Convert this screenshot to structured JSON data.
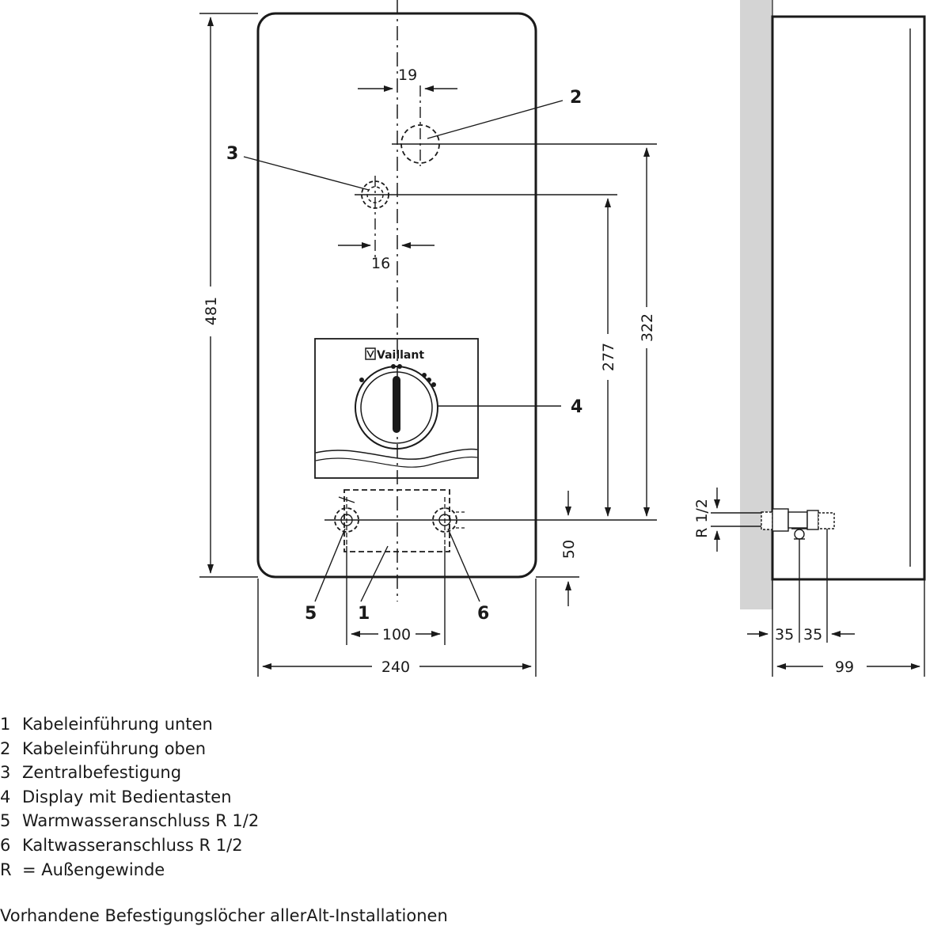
{
  "dimensions": {
    "d19": "19",
    "d16": "16",
    "d481": "481",
    "d322": "322",
    "d277": "277",
    "d50": "50",
    "d100": "100",
    "d240": "240",
    "d35a": "35",
    "d35b": "35",
    "d99": "99",
    "thread": "R 1/2"
  },
  "callouts": [
    "1",
    "2",
    "3",
    "4",
    "5",
    "6"
  ],
  "brand": "Vaillant",
  "legend": [
    {
      "num": "1",
      "text": "Kabeleinführung unten"
    },
    {
      "num": "2",
      "text": "Kabeleinführung oben"
    },
    {
      "num": "3",
      "text": "Zentralbefestigung"
    },
    {
      "num": "4",
      "text": "Display mit Bedientasten"
    },
    {
      "num": "5",
      "text": "Warmwasseranschluss R 1/2"
    },
    {
      "num": "6",
      "text": "Kaltwasseranschluss R 1/2"
    },
    {
      "num": "R",
      "text": "= Außengewinde"
    }
  ],
  "footnote": "Vorhandene Befestigungslöcher allerAlt-Installationen",
  "icons": {
    "brand_logo": "vaillant-hare-logo"
  }
}
